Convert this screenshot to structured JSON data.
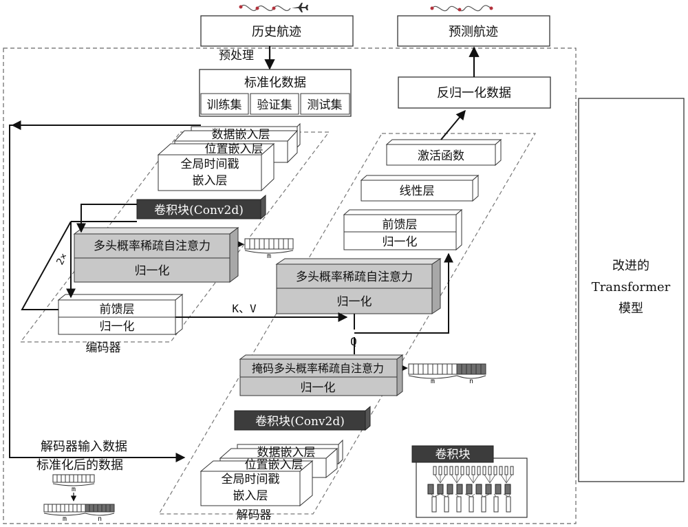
{
  "history": {
    "title": "历史航迹",
    "preprocess": "预处理",
    "standardized": "标准化数据",
    "sets": [
      "训练集",
      "验证集",
      "测试集"
    ]
  },
  "prediction": {
    "title": "预测航迹",
    "denormalize": "反归一化数据"
  },
  "encoder": {
    "data_embed": "数据嵌入层",
    "pos_embed": "位置嵌入层",
    "time_embed_1": "全局时间戳",
    "time_embed_2": "嵌入层",
    "conv": "卷积块(Conv2d)",
    "attention": "多头概率稀疏自注意力",
    "norm1": "归一化",
    "ffn": "前馈层",
    "norm2": "归一化",
    "repeat": "2×",
    "label": "编码器",
    "seq_m": "m"
  },
  "decoder": {
    "activation": "激活函数",
    "linear": "线性层",
    "ffn": "前馈层",
    "norm_ffn": "归一化",
    "cross_attention": "多头概率稀疏自注意力",
    "norm_cross": "归一化",
    "masked_attention": "掩码多头概率稀疏自注意力",
    "norm_masked": "归一化",
    "conv": "卷积块(Conv2d)",
    "data_embed": "数据嵌入层",
    "pos_embed": "位置嵌入层",
    "time_embed_1": "全局时间戳",
    "time_embed_2": "嵌入层",
    "label": "解码器",
    "seq_m": "m",
    "seq_n": "n"
  },
  "connections": {
    "kv": "K、V",
    "q": "Q"
  },
  "decoder_input": {
    "line1": "解码器输入数据",
    "line2": "标准化后的数据",
    "seq_m": "m",
    "seq2_m": "m",
    "seq2_n": "n"
  },
  "legend": {
    "conv_title": "卷积块"
  },
  "side": {
    "line1": "改进的",
    "line2": "Transformer",
    "line3": "模型"
  },
  "colors": {
    "dark_block": "#3c3c3c",
    "gray_block": "#c8c8c8",
    "seq_dark": "#6e6e6e",
    "trajectory_point": "#b3323c"
  }
}
